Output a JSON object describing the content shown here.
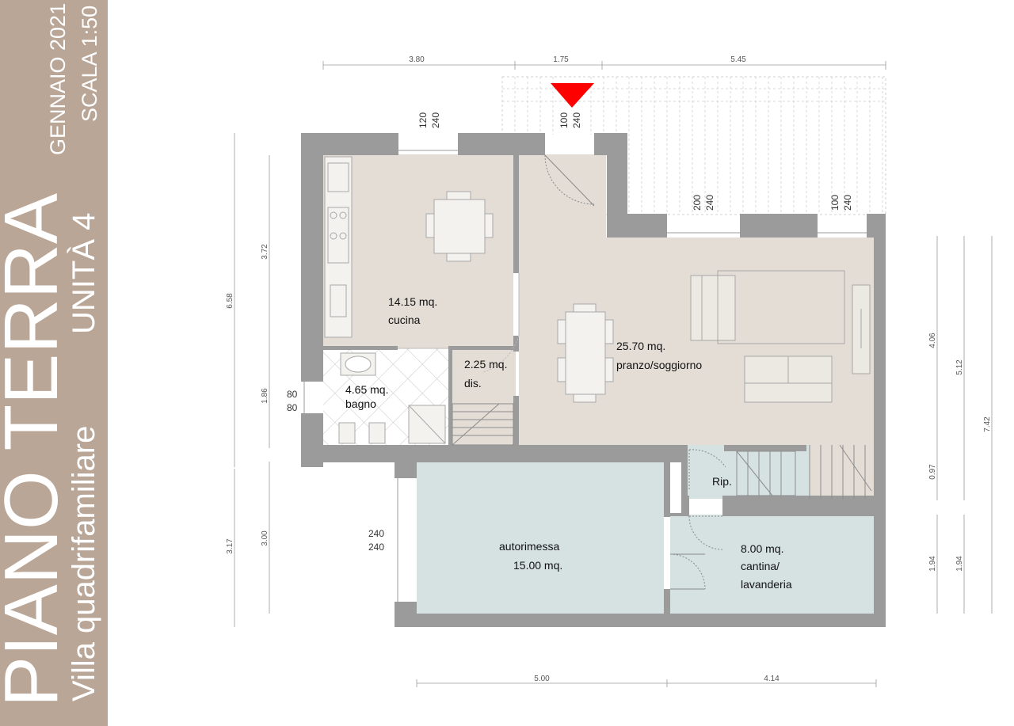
{
  "sidebar": {
    "title": "PIANO TERRA",
    "subtitle": "Villa quadrifamiliare",
    "unit": "UNITÀ 4",
    "date": "GENNAIO 2021",
    "scale": "SCALA 1:50"
  },
  "colors": {
    "sidebar_bg": "#b9a697",
    "wall": "#9b9b9b",
    "living_floor": "#e3ddd6",
    "garage_floor": "#d6e2e2",
    "bath_floor": "#ffffff",
    "marker": "#ff0000"
  },
  "rooms": {
    "kitchen_area": "14.15 mq.",
    "kitchen_name": "cucina",
    "bath_area": "4.65 mq.",
    "bath_name": "bagno",
    "hall_area": "2.25 mq.",
    "hall_name": "dis.",
    "living_area": "25.70 mq.",
    "living_name": "pranzo/soggiorno",
    "storage_name": "Rip.",
    "garage_name": "autorimessa",
    "garage_area": "15.00 mq.",
    "cellar_area": "8.00 mq.",
    "cellar_name_1": "cantina/",
    "cellar_name_2": "lavanderia"
  },
  "dimensions": {
    "top_1": "3.80",
    "top_2": "1.75",
    "top_3": "5.45",
    "bottom_1": "5.00",
    "bottom_2": "4.14",
    "left_total_upper": "6.58",
    "left_kitchen": "3.72",
    "left_bath": "1.86",
    "left_total_lower": "3.17",
    "left_garage": "3.00",
    "right_living": "4.06",
    "right_mid": "5.12",
    "right_total": "7.42",
    "right_storage": "0.97",
    "right_cellar_1": "1.94",
    "right_cellar_2": "1.94"
  },
  "openings": {
    "kitchen_window": [
      "120",
      "240"
    ],
    "entry_door": [
      "100",
      "240"
    ],
    "living_window_1": [
      "200",
      "240"
    ],
    "living_window_2": [
      "100",
      "240"
    ],
    "bath_window": [
      "80",
      "80"
    ],
    "garage_door": [
      "240",
      "240"
    ]
  }
}
